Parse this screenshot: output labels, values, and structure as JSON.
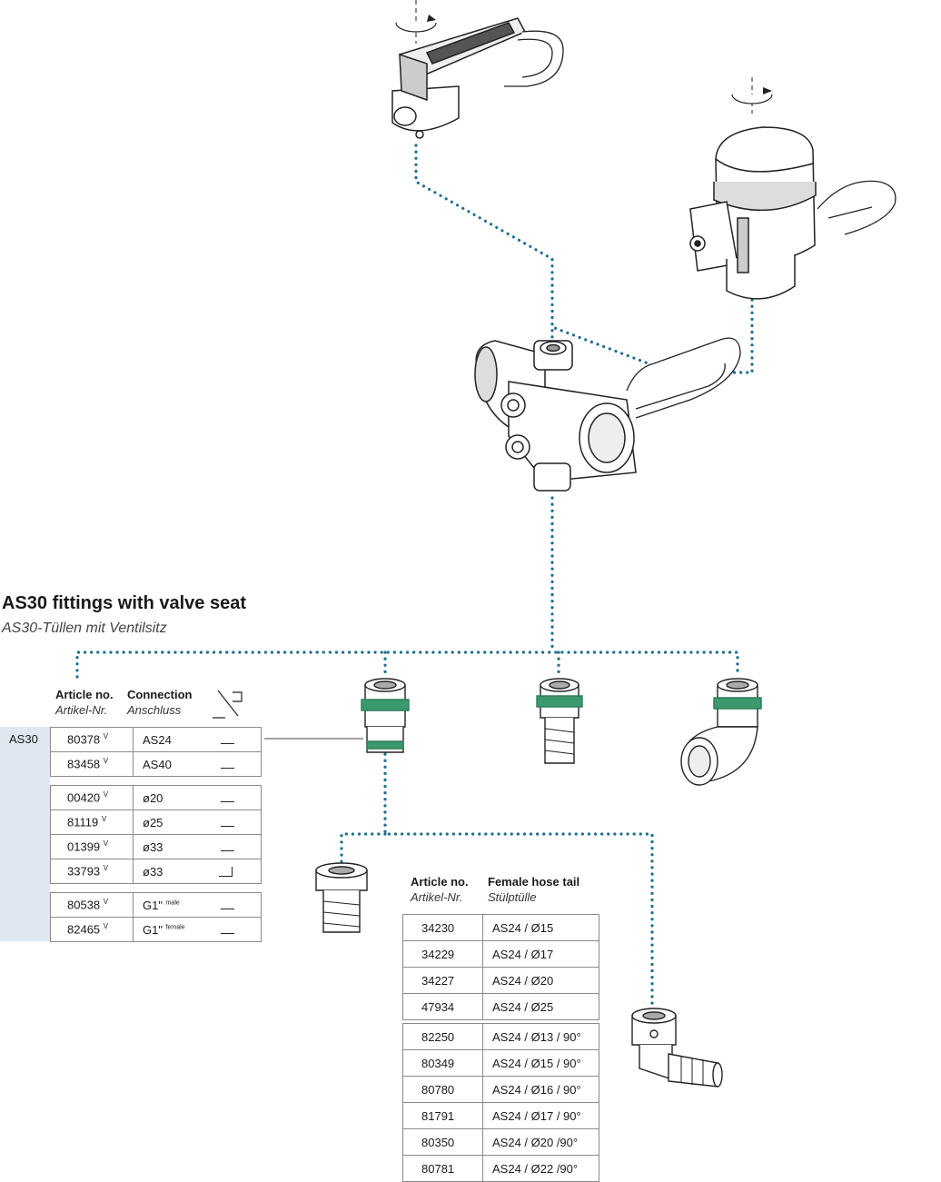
{
  "title": "AS30 fittings with valve seat",
  "subtitle": "AS30-Tüllen mit Ventilsitz",
  "table1": {
    "headers": {
      "article_en": "Article no.",
      "article_de": "Artikel-Nr.",
      "connection_en": "Connection",
      "connection_de": "Anschluss"
    },
    "group": "AS30",
    "groups": [
      [
        {
          "article": "80378",
          "mark": "V",
          "conn": "AS24",
          "sup": "",
          "symbol": "straight"
        },
        {
          "article": "83458",
          "mark": "V",
          "conn": "AS40",
          "sup": "",
          "symbol": "straight"
        }
      ],
      [
        {
          "article": "00420",
          "mark": "V",
          "conn": "ø20",
          "sup": "",
          "symbol": "straight"
        },
        {
          "article": "81119",
          "mark": "V",
          "conn": "ø25",
          "sup": "",
          "symbol": "straight"
        },
        {
          "article": "01399",
          "mark": "V",
          "conn": "ø33",
          "sup": "",
          "symbol": "straight"
        },
        {
          "article": "33793",
          "mark": "V",
          "conn": "ø33",
          "sup": "",
          "symbol": "angle"
        }
      ],
      [
        {
          "article": "80538",
          "mark": "V",
          "conn": "G1\"",
          "sup": "male",
          "symbol": "straight"
        },
        {
          "article": "82465",
          "mark": "V",
          "conn": "G1\"",
          "sup": "female",
          "symbol": "straight"
        }
      ]
    ]
  },
  "table2": {
    "headers": {
      "article_en": "Article no.",
      "article_de": "Artikel-Nr.",
      "hose_en": "Female hose tail",
      "hose_de": "Stülptülle"
    },
    "groups": [
      [
        {
          "article": "34230",
          "desc": "AS24 / Ø15"
        },
        {
          "article": "34229",
          "desc": "AS24 / Ø17"
        },
        {
          "article": "34227",
          "desc": "AS24 / Ø20"
        },
        {
          "article": "47934",
          "desc": "AS24 / Ø25"
        }
      ],
      [
        {
          "article": "82250",
          "desc": "AS24 / Ø13 / 90°"
        },
        {
          "article": "80349",
          "desc": "AS24 / Ø15 / 90°"
        },
        {
          "article": "80780",
          "desc": "AS24 / Ø16 / 90°"
        },
        {
          "article": "81791",
          "desc": "AS24 / Ø17 / 90°"
        },
        {
          "article": "80350",
          "desc": "AS24 / Ø20 /90°"
        },
        {
          "article": "80781",
          "desc": "AS24 / Ø22 /90°"
        }
      ]
    ]
  },
  "colors": {
    "dotted": "#1f6e8c",
    "seal": "#3a9a6e",
    "band": "#dfe8f0",
    "line": "#222222"
  }
}
